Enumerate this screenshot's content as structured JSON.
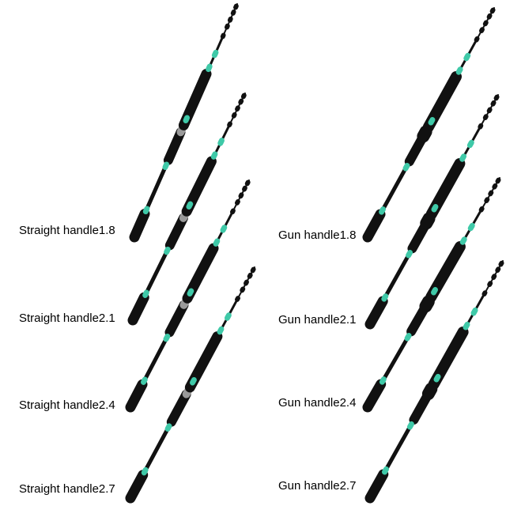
{
  "labels": {
    "straight": [
      "Straight handle1.8",
      "Straight handle2.1",
      "Straight handle2.4",
      "Straight handle2.7"
    ],
    "gun": [
      "Gun handle1.8",
      "Gun handle2.1",
      "Gun handle2.4",
      "Gun handle2.7"
    ]
  },
  "colors": {
    "rod": "#111111",
    "accent": "#3fc9a8",
    "metal": "#9a9a9a"
  }
}
